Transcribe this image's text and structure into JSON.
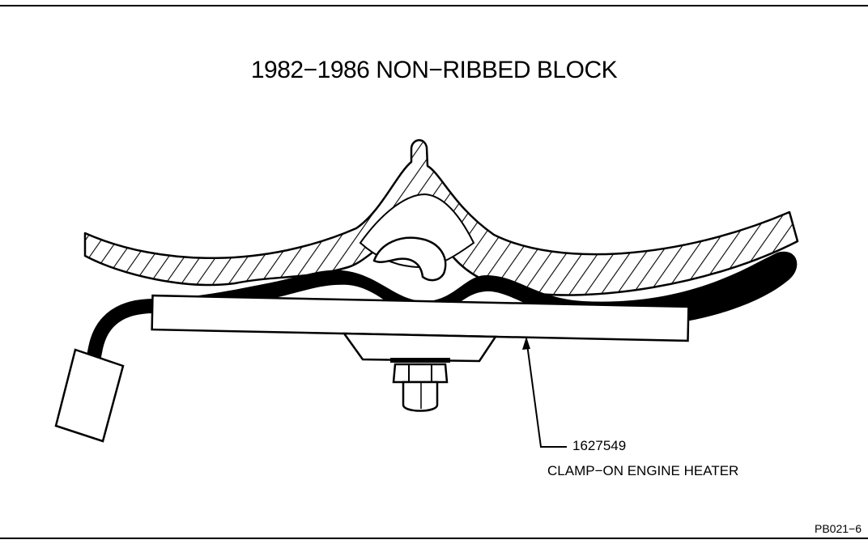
{
  "figure": {
    "title": "1982−1986 NON−RIBBED BLOCK",
    "callout": {
      "part_number": "1627549",
      "part_name": "CLAMP−ON ENGINE HEATER"
    },
    "code": "PB021−6"
  }
}
